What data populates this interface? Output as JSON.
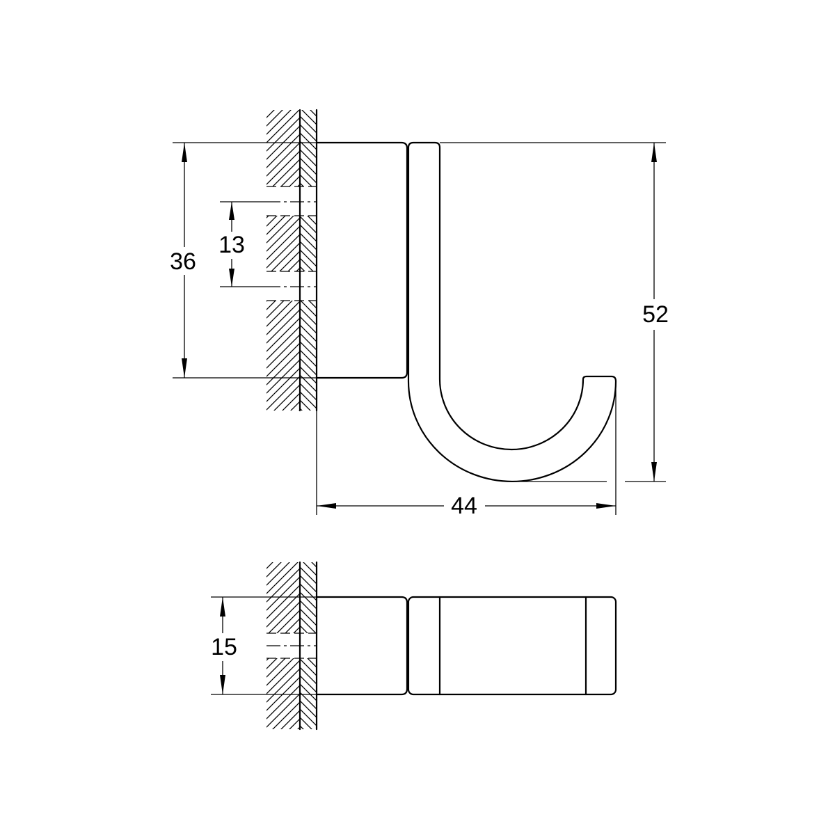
{
  "dimensions": {
    "base_height": "36",
    "hole_spacing": "13",
    "total_height": "52",
    "projection": "44",
    "width": "15"
  },
  "colors": {
    "line": "#000000",
    "background": "#ffffff"
  }
}
